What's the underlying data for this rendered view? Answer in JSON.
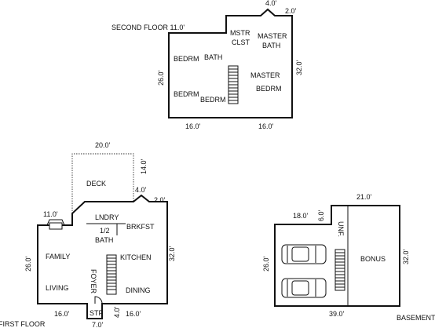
{
  "second_floor": {
    "title": "SECOND FLOOR 11.0'",
    "rooms": {
      "bedrm_1": "BEDRM",
      "bath": "BATH",
      "mstr_clst_1": "MSTR",
      "mstr_clst_2": "CLST",
      "master_bath_1": "MASTER",
      "master_bath_2": "BATH",
      "master_bedrm_1": "MASTER",
      "master_bedrm_2": "BEDRM",
      "bedrm_2": "BEDRM",
      "bedrm_3": "BEDRM"
    },
    "dims": {
      "top_bump": "4.0'",
      "top_right": "2.0'",
      "left": "26.0'",
      "right": "32.0'",
      "bottom_left": "16.0'",
      "bottom_right": "16.0'"
    }
  },
  "first_floor": {
    "title": "FIRST FLOOR",
    "rooms": {
      "deck": "DECK",
      "lndry": "LNDRY",
      "brkfst": "BRKFST",
      "half_bath_1": "1/2",
      "half_bath_2": "BATH",
      "family": "FAMILY",
      "kitchen": "KITCHEN",
      "foyer": "FOYER",
      "living": "LIVING",
      "dining": "DINING",
      "stp": "STP"
    },
    "dims": {
      "deck_width": "20.0'",
      "deck_depth": "14.0'",
      "bump": "4.0'",
      "right_top": "2.0'",
      "left_top": "11.0'",
      "left": "26.0'",
      "right": "32.0'",
      "bottom_left": "16.0'",
      "bottom_right": "16.0'",
      "stoop": "4.0'",
      "stoop_width": "7.0'"
    }
  },
  "basement": {
    "title": "BASEMENT",
    "rooms": {
      "unf": "UNF.",
      "bonus": "BONUS"
    },
    "dims": {
      "top_right": "21.0'",
      "top_left": "18.0'",
      "notch": "6.0'",
      "left": "26.0'",
      "right": "32.0'",
      "bottom": "39.0'"
    }
  }
}
